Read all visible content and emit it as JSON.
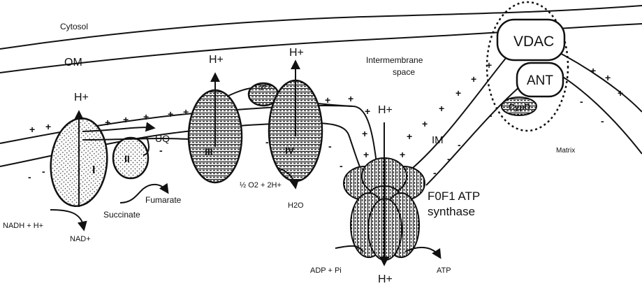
{
  "labels": {
    "cytosol": "Cytosol",
    "om": "OM",
    "intermembrane_space": "Intermembrane space",
    "intermembrane_line1": "Intermembrane",
    "intermembrane_line2": "space",
    "matrix": "Matrix",
    "im": "IM",
    "vdac": "VDAC",
    "ant": "ANT",
    "cypd": "CypD",
    "cyt_c": "Cyt c",
    "uq": "UQ",
    "complex_1": "I",
    "complex_2": "II",
    "complex_3": "III",
    "complex_4": "IV",
    "proton": "H+",
    "nadh": "NADH + H+",
    "nad": "NAD+",
    "succinate": "Succinate",
    "fumarate": "Fumarate",
    "oxygen": "½ O2 + 2H+",
    "water": "H2O",
    "atp_synthase_line1": "F0F1 ATP",
    "atp_synthase_line2": "synthase",
    "adp": "ADP + Pi",
    "atp": "ATP"
  },
  "colors": {
    "ink": "#111111",
    "stipple": "#bdbdbd",
    "hatched": "#6a6a6a",
    "background": "#ffffff"
  }
}
